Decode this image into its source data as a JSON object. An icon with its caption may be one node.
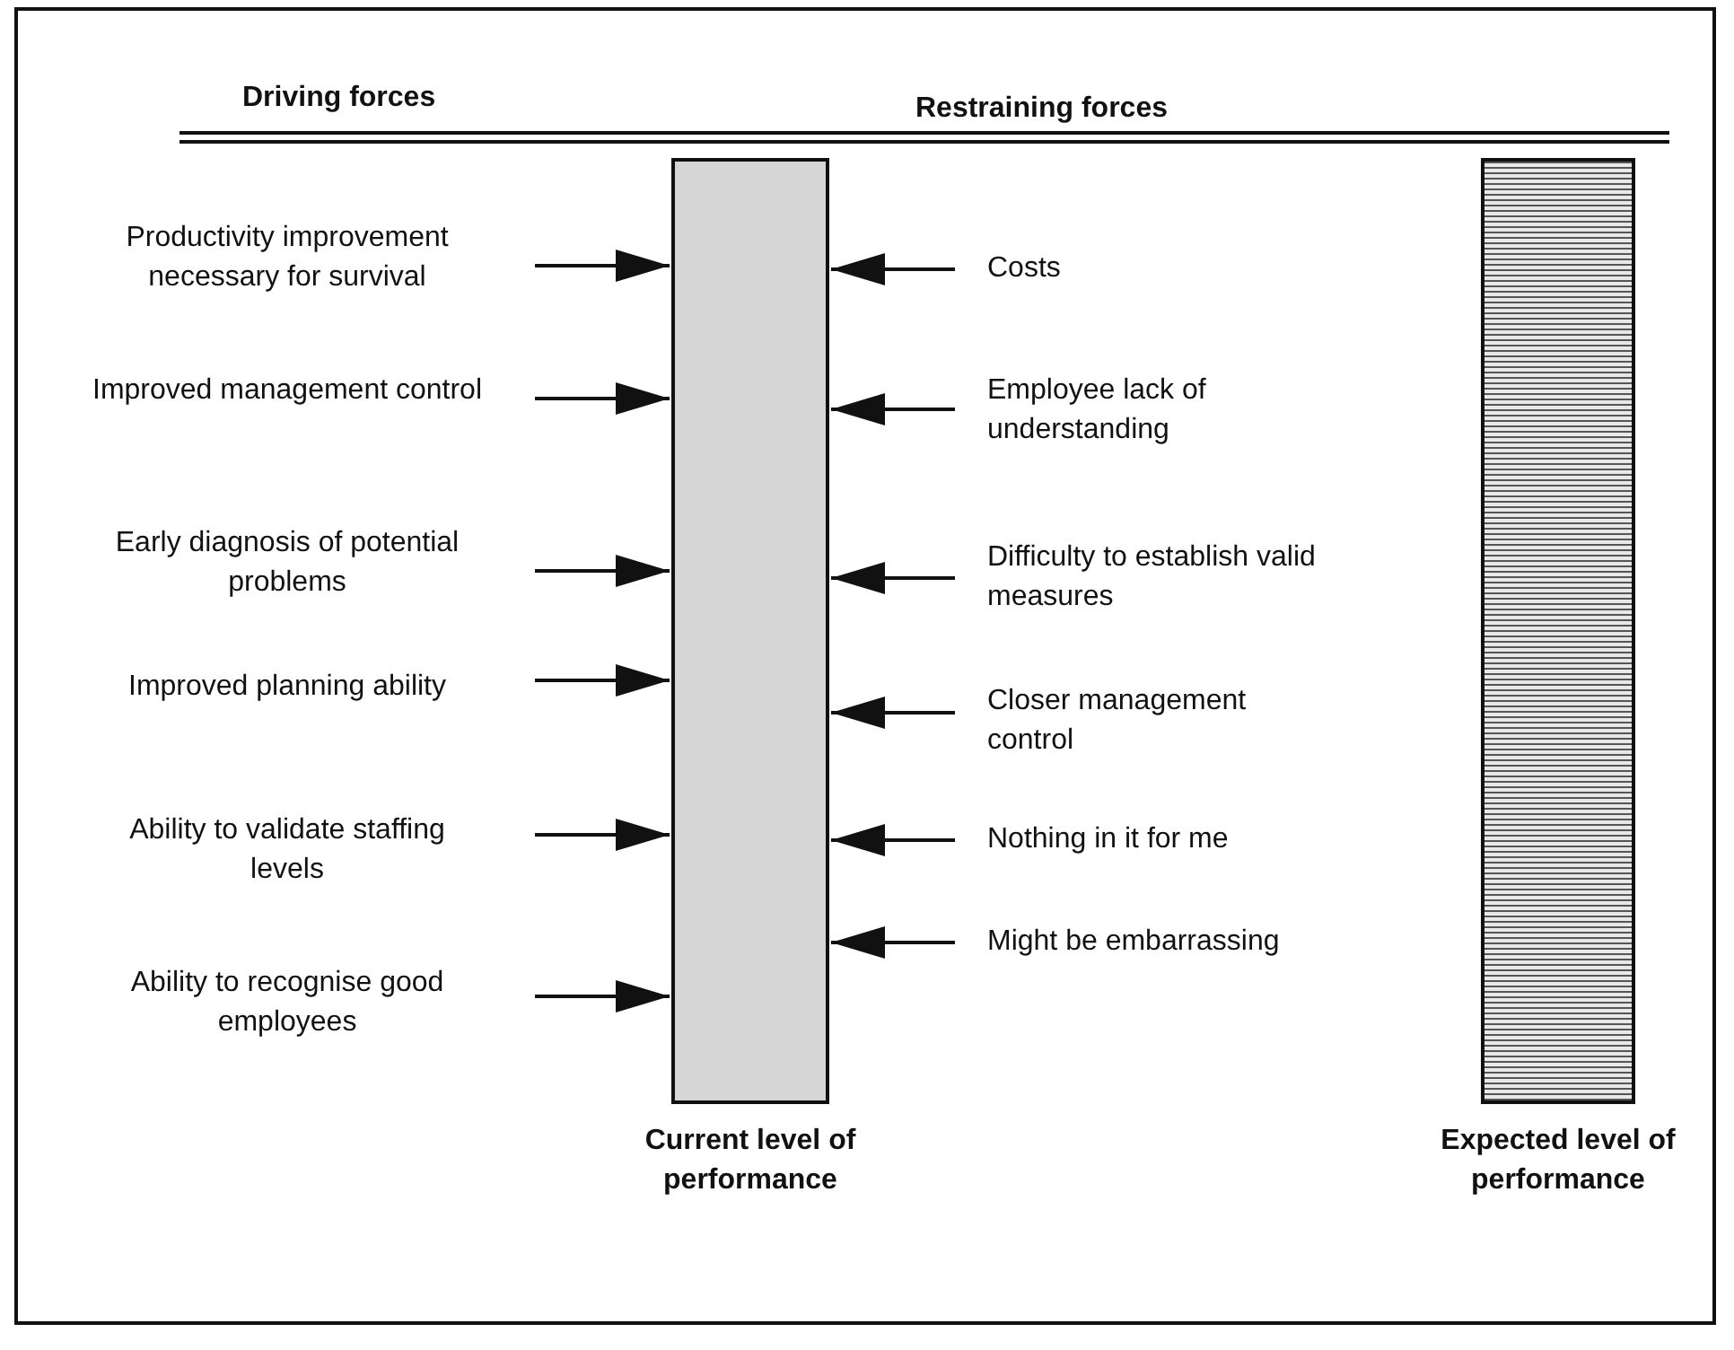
{
  "diagram": {
    "nodes": [
      {
        "text": [
          "Productivity improvement necessary for survival"
        ]
      },
      {
        "text": [
          "Improved management control"
        ]
      },
      {
        "text": [
          "Early diagnosis of potential problems"
        ]
      },
      {
        "text": [
          "Improved planning ability"
        ]
      },
      {
        "text": [
          "Ability to validate staffing levels"
        ]
      },
      {
        "text": [
          "Ability to recognise good employees"
        ]
      },
      {
        "text": [
          "Current level of performance"
        ]
      },
      {
        "text": [
          "Costs"
        ]
      },
      {
        "text": [
          "Employee lack of understanding"
        ]
      },
      {
        "text": [
          "Difficulty to establish valid measures"
        ]
      },
      {
        "text": [
          "Closer management control"
        ]
      },
      {
        "text": [
          "Nothing in it for me"
        ]
      },
      {
        "text": [
          "Might be embarrassing"
        ]
      },
      {
        "text": [
          "Expected level of performance"
        ]
      }
    ],
    "edges": [
      {
        "from": 0,
        "to": 6,
        "arrow": "to"
      },
      {
        "from": 1,
        "to": 6,
        "arrow": "to"
      },
      {
        "from": 2,
        "to": 6,
        "arrow": "to"
      },
      {
        "from": 3,
        "to": 6,
        "arrow": "to"
      },
      {
        "from": 4,
        "to": 6,
        "arrow": "to"
      },
      {
        "from": 5,
        "to": 6,
        "arrow": "to"
      },
      {
        "from": 7,
        "to": 6,
        "arrow": "to"
      },
      {
        "from": 8,
        "to": 6,
        "arrow": "to"
      },
      {
        "from": 9,
        "to": 6,
        "arrow": "to"
      },
      {
        "from": 10,
        "to": 6,
        "arrow": "to"
      },
      {
        "from": 11,
        "to": 6,
        "arrow": "to"
      },
      {
        "from": 12,
        "to": 6,
        "arrow": "to"
      }
    ],
    "labels": [
      "Driving forces",
      "Restraining forces"
    ]
  }
}
